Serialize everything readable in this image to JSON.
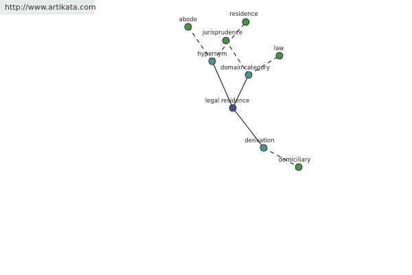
{
  "watermark": "http://www.artikata.com",
  "colors": {
    "center_node": "#4a4e8e",
    "relation_node": "#4f9090",
    "term_node": "#4e8e48",
    "edge": "#000000",
    "node_stroke": "#222222"
  },
  "nodes": [
    {
      "id": "legal-residence",
      "label": "legal residence",
      "kind": "center"
    },
    {
      "id": "hypernym",
      "label": "hypernym",
      "kind": "relation"
    },
    {
      "id": "domain-category",
      "label": "domain category",
      "kind": "relation"
    },
    {
      "id": "derivation",
      "label": "derivation",
      "kind": "relation"
    },
    {
      "id": "abode",
      "label": "abode",
      "kind": "term"
    },
    {
      "id": "residence",
      "label": "residence",
      "kind": "term"
    },
    {
      "id": "jurisprudence",
      "label": "jurisprudence",
      "kind": "term"
    },
    {
      "id": "law",
      "label": "law",
      "kind": "term"
    },
    {
      "id": "domiciliary",
      "label": "domiciliary",
      "kind": "term"
    }
  ],
  "edges": [
    {
      "from": "legal-residence",
      "to": "hypernym",
      "style": "solid"
    },
    {
      "from": "legal-residence",
      "to": "domain-category",
      "style": "solid"
    },
    {
      "from": "legal-residence",
      "to": "derivation",
      "style": "solid"
    },
    {
      "from": "hypernym",
      "to": "abode",
      "style": "dashed"
    },
    {
      "from": "hypernym",
      "to": "residence",
      "style": "dashed"
    },
    {
      "from": "domain-category",
      "to": "jurisprudence",
      "style": "dashed"
    },
    {
      "from": "domain-category",
      "to": "law",
      "style": "dashed"
    },
    {
      "from": "derivation",
      "to": "domiciliary",
      "style": "dashed"
    }
  ]
}
